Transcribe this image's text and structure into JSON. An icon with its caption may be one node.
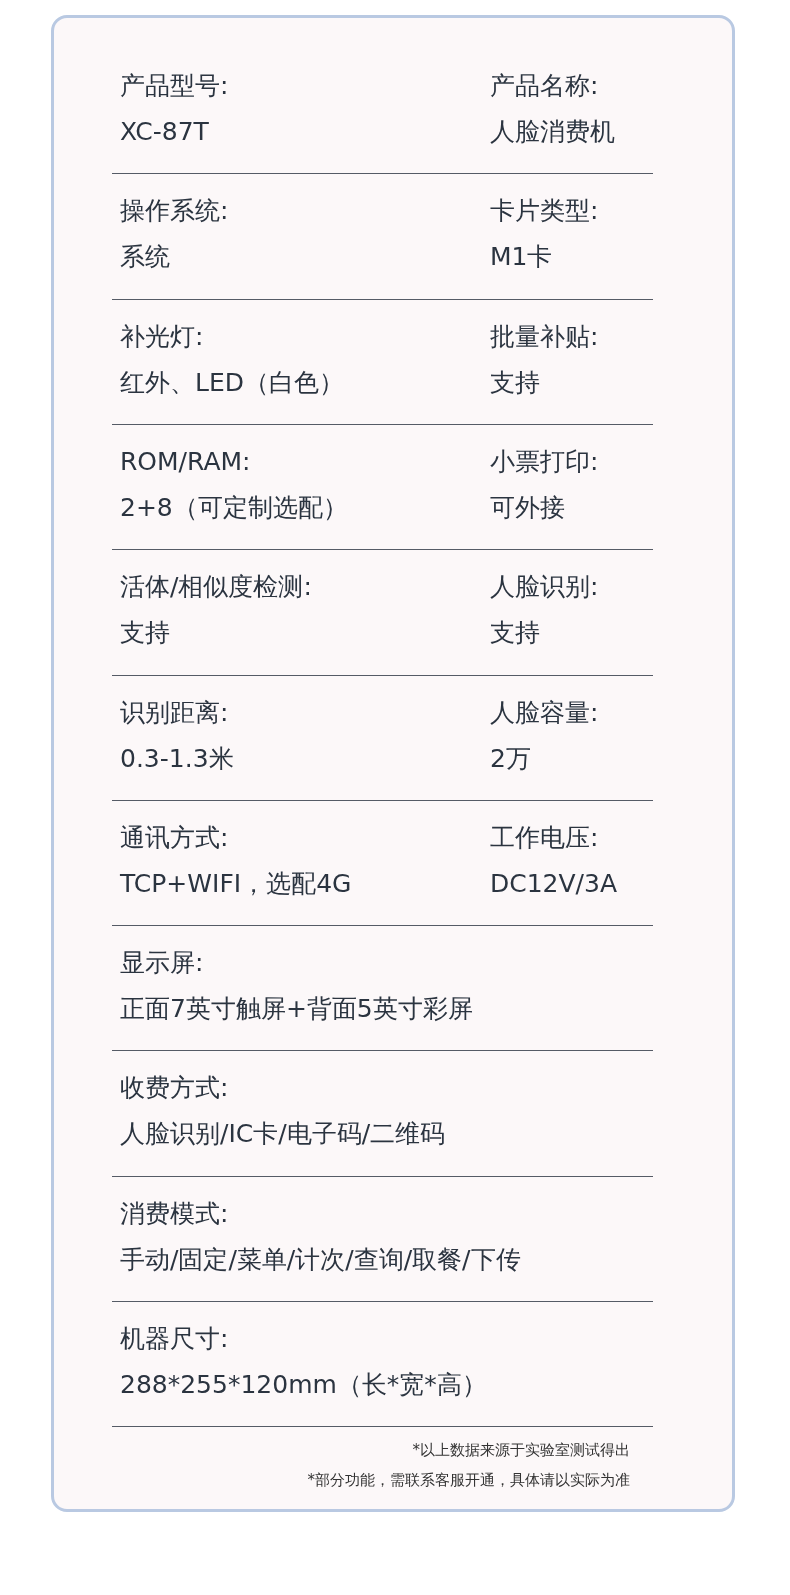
{
  "diagram": {
    "labels": [
      "产品型号:",
      "产品名称:",
      "XC-87T",
      "人脸消费机",
      "操作系统:",
      "卡片类型:",
      "系统",
      "M1卡",
      "补光灯:",
      "批量补贴:",
      "红外、LED（白色）",
      "支持",
      "ROM/RAM:",
      "小票打印:",
      "2+8（可定制选配）",
      "可外接",
      "活体/相似度检测:",
      "人脸识别:",
      "支持",
      "支持",
      "识别距离:",
      "人脸容量:",
      "0.3-1.3米",
      "2万",
      "通讯方式:",
      "工作电压:",
      "TCP+WIFI，选配4G",
      "DC12V/3A",
      "显示屏:",
      "正面7英寸触屏+背面5英寸彩屏",
      "收费方式:",
      "人脸识别/IC卡/电子码/二维码",
      "消费模式:",
      "手动/固定/菜单/计次/查询/取餐/下传",
      "机器尺寸:",
      "288*255*120mm（长*宽*高）",
      "*以上数据来源于实验室测试得出",
      "*部分功能，需联系客服开通，具体请以实际为准"
    ]
  }
}
